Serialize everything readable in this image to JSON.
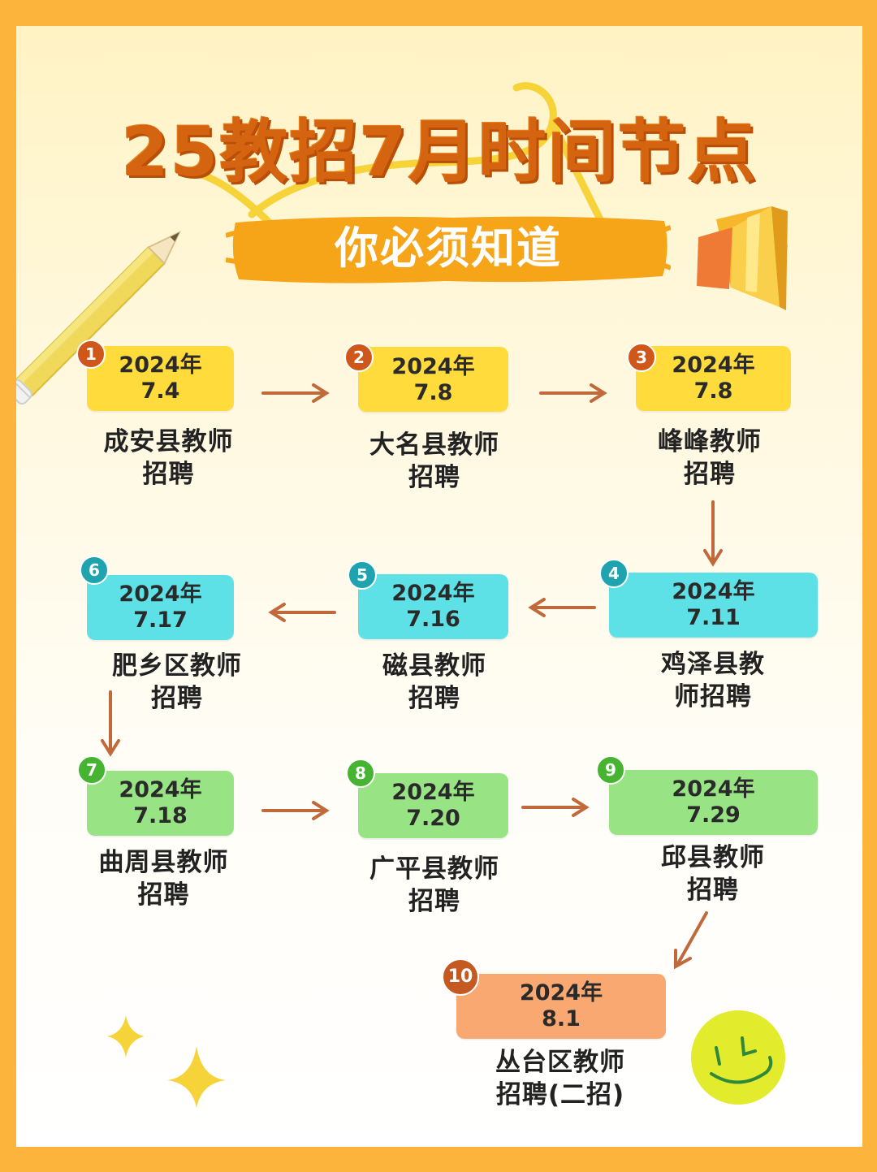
{
  "title": "25教招7月时间节点",
  "subtitle": "你必须知道",
  "colors": {
    "frame": "#FDB43C",
    "title": "#D4640F",
    "subtitle_brush": "#F6A418",
    "arrow": "#C0693A",
    "row1_box": "#FFDB3B",
    "row2_box": "#5DE1E6",
    "row3_box": "#98E485",
    "last_box": "#F9A872"
  },
  "icons": [
    "pencil-icon",
    "book-icon",
    "sparkle-icon",
    "smiley-icon",
    "arrow-icon"
  ],
  "nodes": [
    {
      "num": "1",
      "year": "2024年",
      "date": "7.4",
      "label1": "成安县教师",
      "label2": "招聘"
    },
    {
      "num": "2",
      "year": "2024年",
      "date": "7.8",
      "label1": "大名县教师",
      "label2": "招聘"
    },
    {
      "num": "3",
      "year": "2024年",
      "date": "7.8",
      "label1": "峰峰教师",
      "label2": "招聘"
    },
    {
      "num": "4",
      "year": "2024年",
      "date": "7.11",
      "label1": "鸡泽县教",
      "label2": "师招聘"
    },
    {
      "num": "5",
      "year": "2024年",
      "date": "7.16",
      "label1": "磁县教师",
      "label2": "招聘"
    },
    {
      "num": "6",
      "year": "2024年",
      "date": "7.17",
      "label1": "肥乡区教师",
      "label2": "招聘"
    },
    {
      "num": "7",
      "year": "2024年",
      "date": "7.18",
      "label1": "曲周县教师",
      "label2": "招聘"
    },
    {
      "num": "8",
      "year": "2024年",
      "date": "7.20",
      "label1": "广平县教师",
      "label2": "招聘"
    },
    {
      "num": "9",
      "year": "2024年",
      "date": "7.29",
      "label1": "邱县教师",
      "label2": "招聘"
    },
    {
      "num": "10",
      "year": "2024年",
      "date": "8.1",
      "label1": "丛台区教师",
      "label2": "招聘(二招)"
    }
  ]
}
